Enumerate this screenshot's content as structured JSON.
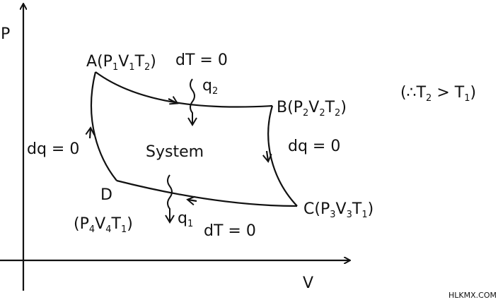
{
  "axes": {
    "y_label": "P",
    "x_label": "V"
  },
  "points": {
    "A": {
      "name": "A",
      "open": "(",
      "p": "P",
      "p_sub": "1",
      "v": "V",
      "v_sub": "1",
      "t": "T",
      "t_sub": "2",
      "close": ")"
    },
    "B": {
      "name": "B",
      "open": "(",
      "p": "P",
      "p_sub": "2",
      "v": "V",
      "v_sub": "2",
      "t": "T",
      "t_sub": "2",
      "close": ")"
    },
    "C": {
      "name": "C",
      "open": "(",
      "p": "P",
      "p_sub": "3",
      "v": "V",
      "v_sub": "3",
      "t": "T",
      "t_sub": "1",
      "close": ")"
    },
    "D": {
      "name": "D",
      "open": "(",
      "p": "P",
      "p_sub": "4",
      "v": "V",
      "v_sub": "4",
      "t": "T",
      "t_sub": "1",
      "close": ")"
    }
  },
  "labels": {
    "top_isotherm": "dT = 0",
    "bottom_isotherm": "dT = 0",
    "left_adiabat": "dq = 0",
    "right_adiabat": "dq = 0",
    "system": "System",
    "q_in": "q",
    "q_in_sub": "2",
    "q_out": "q",
    "q_out_sub": "1"
  },
  "condition": {
    "open": "(",
    "therefore": "∴",
    "t": "T",
    "t_sub": "2",
    "relation": " > ",
    "t2": "T",
    "t2_sub": "1",
    "close": ")"
  },
  "watermark": "HLKMX.COM",
  "colors": {
    "ink": "#111111",
    "background": "#ffffff"
  }
}
